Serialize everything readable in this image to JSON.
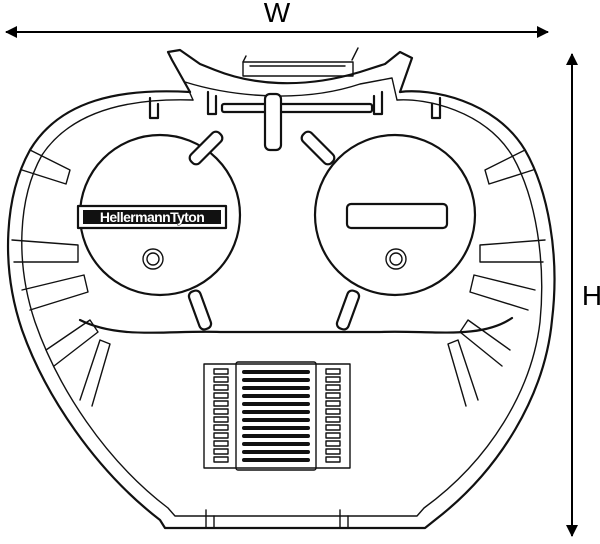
{
  "dimensions": {
    "width_label": "W",
    "height_label": "H"
  },
  "tray": {
    "brand_label": "HellermannTyton"
  }
}
